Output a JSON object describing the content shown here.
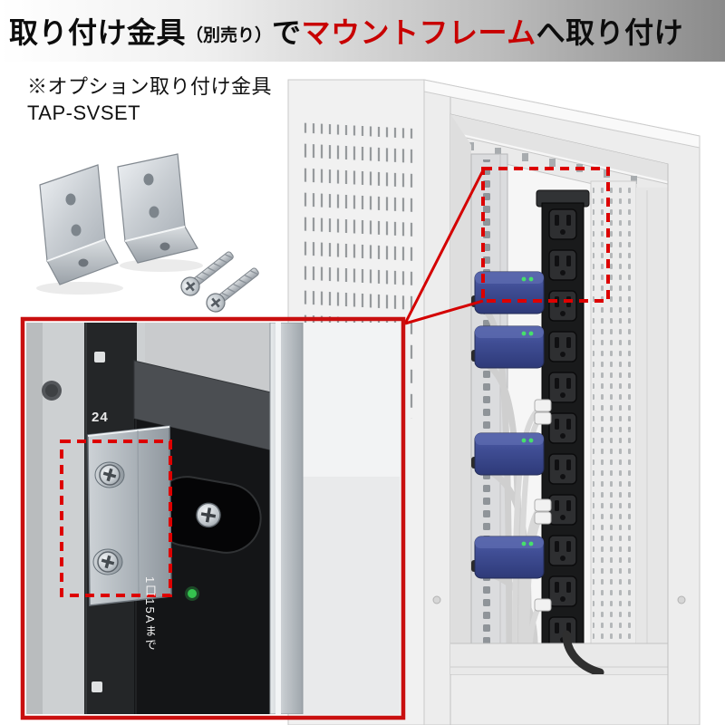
{
  "colors": {
    "accent_red": "#cc0000",
    "header_gradient_left": "#ffffff",
    "header_gradient_right": "#8a8a8a",
    "adapter_blue": "#414f97",
    "pdu_black": "#191a1b",
    "metal_silver": "#c3c8cc"
  },
  "header": {
    "title_part_bracket": "取り付け金具",
    "title_part_sold_separately": "（別売り）",
    "title_part_de": "で",
    "title_part_mount_frame": "マウントフレーム",
    "title_part_attach": "へ取り付け"
  },
  "option_note": {
    "line1": "※オプション取り付け金具",
    "line2": "TAP-SVSET"
  },
  "closeup": {
    "rail_number": "24",
    "pdu_vertical_label": "1口15Aまで"
  }
}
